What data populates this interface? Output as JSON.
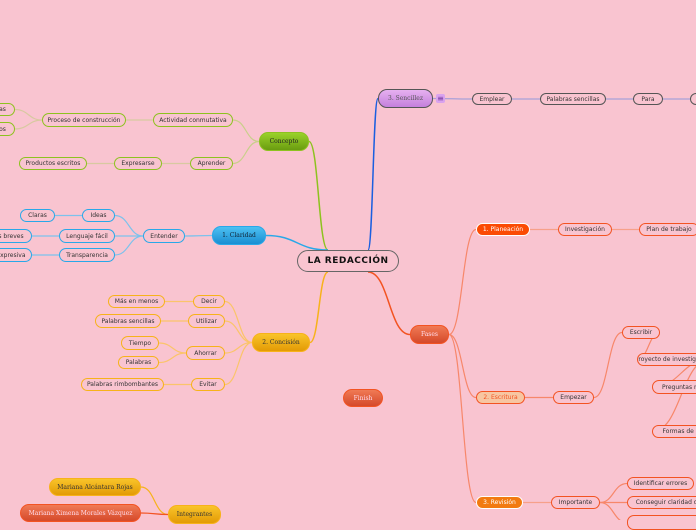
{
  "title": "LA REDACCIÓN",
  "nodes": {
    "root": "LA REDACCIÓN",
    "concepto": "Concepto",
    "actividad": "Actividad conmutativa",
    "proceso": "Proceso de construcción",
    "c_as": "as",
    "c_os": "os",
    "aprender": "Aprender",
    "expresarse": "Expresarse",
    "productos": "Productos escritos",
    "claridad": "1. Claridad",
    "entender": "Entender",
    "ideas": "Ideas",
    "claras": "Claras",
    "lenguaje": "Lenguaje fácil",
    "breves": "s breves",
    "transparencia": "Transparencia",
    "expresiva": "expresiva",
    "concision": "2. Concisión",
    "decir": "Decir",
    "masmenos": "Más en menos",
    "utilizar": "Utilizar",
    "palsenc1": "Palabras sencillas",
    "ahorrar": "Ahorrar",
    "tiempo": "Tiempo",
    "palabras": "Palabras",
    "evitar": "Evitar",
    "rimbombantes": "Palabras rimbombantes",
    "sencillez": "3. Sencillez",
    "emplear": "Emplear",
    "palsenc2": "Palabras sencillas",
    "para": "Para",
    "para_next": "",
    "fases": "Fases",
    "planeacion": "1. Planeación",
    "investigacion": "Investigación",
    "plan": "Plan de trabajo",
    "escritura": "2. Escritura",
    "empezar": "Empezar",
    "escribir": "Escribir",
    "proyecto": "Proyecto de investigación",
    "preguntas": "Preguntas re",
    "formas": "Formas de e",
    "revision": "3. Revisión",
    "importante": "Importante",
    "identificar": "Identificar errores",
    "conseguir": "Conseguir claridad de",
    "rev_next": "",
    "finish": "Finish",
    "integrantes": "Integrantes",
    "m1": "Mariana Alcántara Rojas",
    "m2": "Mariana Ximena Morales Vázquez"
  },
  "icons": {
    "sencillez_menu": "menu-icon"
  },
  "colors": {
    "background": "#f9c4d0",
    "concepto": "#8dc21f",
    "claridad": "#29a8e8",
    "concision": "#f7b21a",
    "sencillez": "#c480dc",
    "fases": "#f35322"
  }
}
